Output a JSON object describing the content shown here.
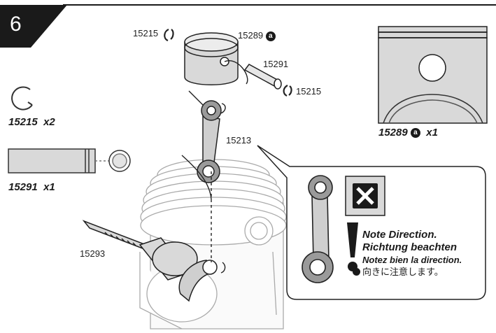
{
  "step": {
    "number": "6"
  },
  "parts": {
    "circlip": "15215",
    "piston": "15289",
    "piston_pin": "15291",
    "con_rod": "15213",
    "crankshaft": "15293"
  },
  "callouts": {
    "piston_variant": "a",
    "qty_circlip": "x2",
    "qty_pin": "x1",
    "qty_piston": "x1"
  },
  "note": {
    "en": "Note Direction.",
    "de": "Richtung beachten",
    "fr": "Notez bien la direction.",
    "jp": "向きに注意します。"
  }
}
